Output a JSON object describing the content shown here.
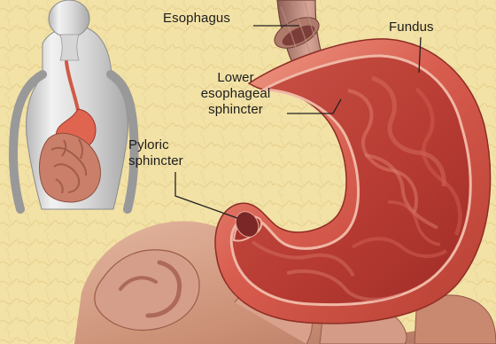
{
  "colors": {
    "background": "#f3e2a6",
    "stomach": "#d85d4f",
    "stomach_inner": "#c94235",
    "body_shade": "#d8d8d8",
    "intestine": "#c98c73"
  },
  "labels": {
    "esophagus": "Esophagus",
    "fundus": "Fundus",
    "les_line1": "Lower",
    "les_line2": "esophageal",
    "les_line3": "sphincter",
    "pyloric_line1": "Pyloric",
    "pyloric_line2": "sphincter"
  }
}
